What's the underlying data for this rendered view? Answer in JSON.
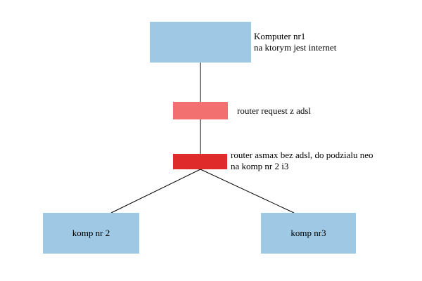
{
  "nodes": {
    "computer1": {
      "line1": "Komputer nr1",
      "line2": "na ktorym jest internet",
      "color": "#9ec8e4"
    },
    "router_request": {
      "label": "router request z adsl",
      "color": "#f27070"
    },
    "router_asmax": {
      "line1": "router asmax bez adsl, do podzialu neo",
      "line2": "na komp nr 2 i3",
      "color": "#e02b2b"
    },
    "komp2": {
      "label": "komp nr 2",
      "color": "#9ec8e4"
    },
    "komp3": {
      "label": "komp nr3",
      "color": "#9ec8e4"
    }
  }
}
